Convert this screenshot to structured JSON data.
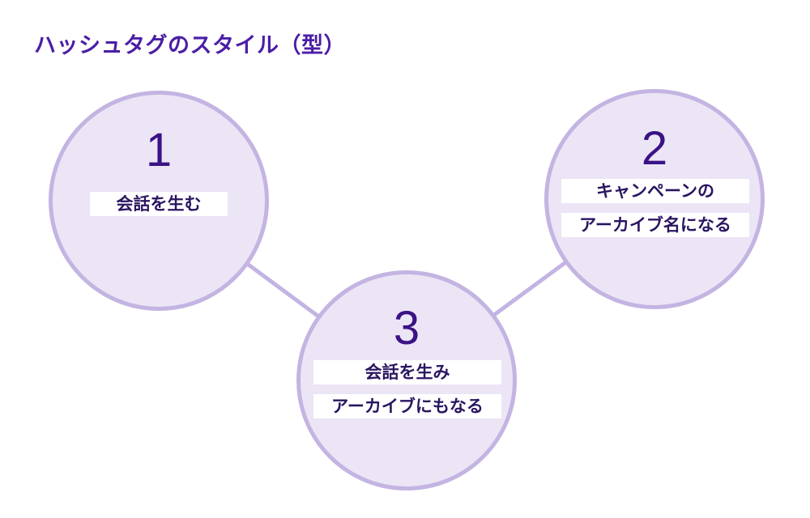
{
  "title": "ハッシュタグのスタイル（型）",
  "colors": {
    "title": "#4b1ea6",
    "circle_fill": "#ebe5f6",
    "circle_border": "#c3b4e2",
    "number": "#3a1285",
    "label_text": "#2a1560"
  },
  "steps": [
    {
      "number": "1",
      "lines": [
        "会話を生む"
      ]
    },
    {
      "number": "2",
      "lines": [
        "キャンペーンの",
        "アーカイブ名になる"
      ]
    },
    {
      "number": "3",
      "lines": [
        "会話を生み",
        "アーカイブにもなる"
      ]
    }
  ]
}
